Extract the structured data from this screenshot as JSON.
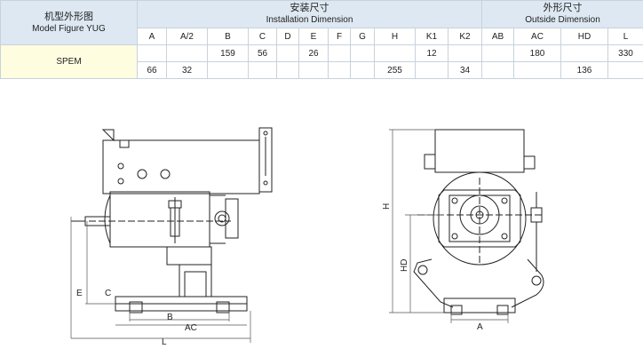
{
  "table": {
    "model_title_cn": "机型外形图",
    "model_title_en": "Model Figure YUG",
    "install_title_cn": "安装尺寸",
    "install_title_en": "Installation Dimension",
    "outside_title_cn": "外形尺寸",
    "outside_title_en": "Outside Dimension",
    "columns": [
      "A",
      "A/2",
      "B",
      "C",
      "D",
      "E",
      "F",
      "G",
      "H",
      "K1",
      "K2",
      "AB",
      "AC",
      "HD",
      "L"
    ],
    "model": "SPEM",
    "row1": [
      "",
      "",
      "159",
      "56",
      "",
      "26",
      "",
      "",
      "",
      "12",
      "",
      "",
      "180",
      "",
      "330"
    ],
    "row2": [
      "66",
      "32",
      "",
      "",
      "",
      "",
      "",
      "",
      "255",
      "",
      "34",
      "",
      "",
      "136",
      ""
    ]
  },
  "drawing": {
    "labels": {
      "E": "E",
      "C": "C",
      "B": "B",
      "AC": "AC",
      "L": "L",
      "H": "H",
      "HD": "HD",
      "A": "A"
    }
  }
}
